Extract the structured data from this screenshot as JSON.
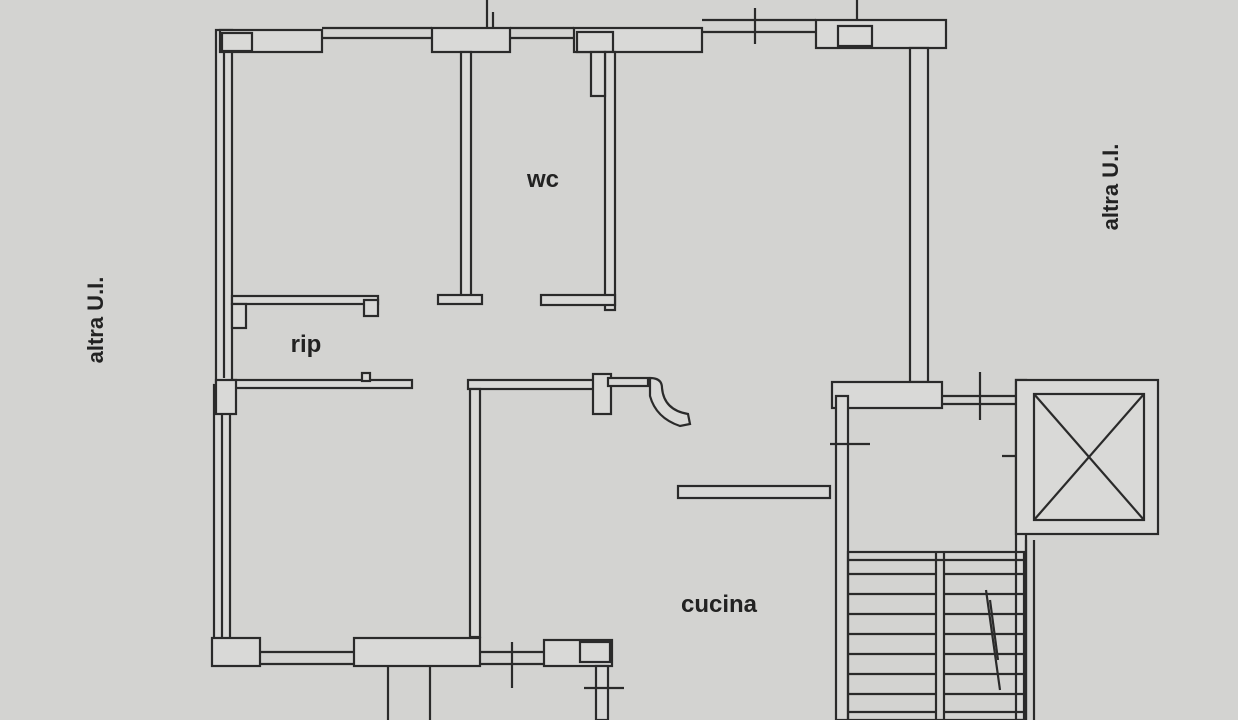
{
  "labels": {
    "wc": "wc",
    "rip": "rip",
    "cucina": "cucina",
    "neighbor_left": "altra U.I.",
    "neighbor_right": "altra U.I."
  },
  "colors": {
    "background": "#d3d3d1",
    "line": "#2a2a2a",
    "wall_fill": "#d9d9d7"
  }
}
